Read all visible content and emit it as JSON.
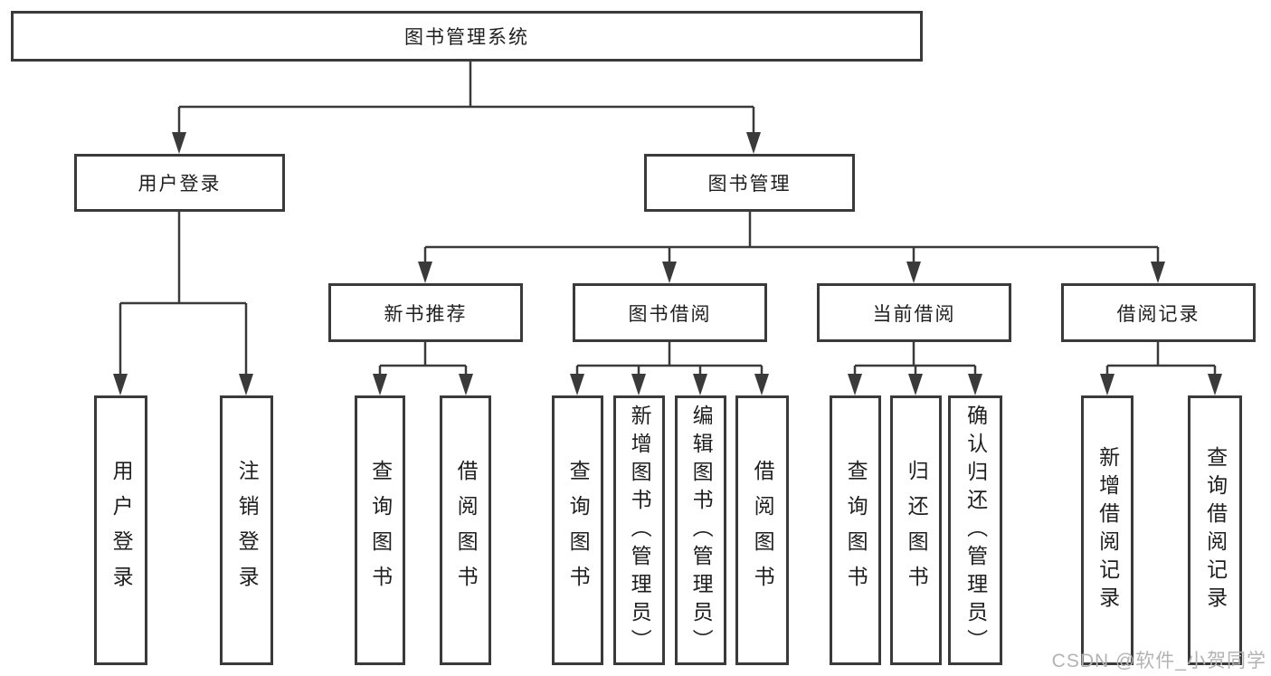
{
  "tree": {
    "root": "图书管理系统",
    "user_login": {
      "label": "用户登录",
      "children": [
        "用户登录",
        "注销登录"
      ]
    },
    "book_management": {
      "label": "图书管理",
      "children": [
        {
          "label": "新书推荐",
          "children": [
            "查询图书",
            "借阅图书"
          ]
        },
        {
          "label": "图书借阅",
          "children": [
            "查询图书",
            "新增图书（管理员）",
            "编辑图书（管理员）",
            "借阅图书"
          ]
        },
        {
          "label": "当前借阅",
          "children": [
            "查询图书",
            "归还图书",
            "确认归还（管理员）"
          ]
        },
        {
          "label": "借阅记录",
          "children": [
            "新增借阅记录",
            "查询借阅记录"
          ]
        }
      ]
    }
  },
  "watermark": "CSDN @软件_小贺同学",
  "colors": {
    "line": "#3a3a3a",
    "text": "#1f1f1f",
    "watermark": "#b3b3b3",
    "background": "#ffffff"
  }
}
